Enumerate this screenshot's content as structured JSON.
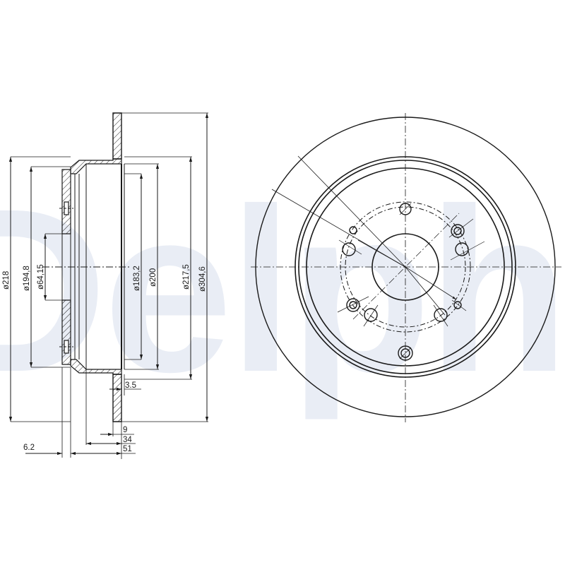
{
  "watermark": {
    "text": "Delphi",
    "color": "#e9edf5"
  },
  "side_view": {
    "diameter_labels": [
      {
        "id": "d218",
        "text": "ø218"
      },
      {
        "id": "d194_8",
        "text": "ø194,8"
      },
      {
        "id": "d64_15",
        "text": "ø64,15"
      },
      {
        "id": "d183_2",
        "text": "ø183,2"
      },
      {
        "id": "d200",
        "text": "ø200"
      },
      {
        "id": "d217_5",
        "text": "ø217,5"
      },
      {
        "id": "d304_6",
        "text": "ø304,6"
      }
    ],
    "width_labels": [
      {
        "id": "w3_5",
        "text": "3.5"
      },
      {
        "id": "w9",
        "text": "9"
      },
      {
        "id": "w34",
        "text": "34"
      },
      {
        "id": "w51",
        "text": "51"
      },
      {
        "id": "w6_2",
        "text": "6.2"
      }
    ]
  },
  "front_view": {
    "description": "Brake disc front view with hub bore, bolt circle holes and friction ring",
    "outer_diameter": "ø304,6",
    "hub_bore": "ø64,15"
  },
  "colors": {
    "line": "#1a1a1a",
    "background": "#ffffff",
    "watermark": "#e9edf5"
  }
}
